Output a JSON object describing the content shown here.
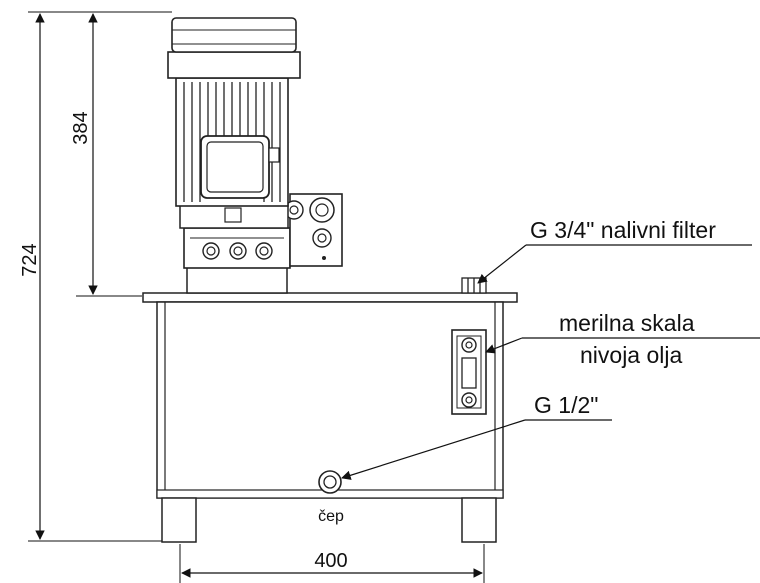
{
  "dimensions": {
    "total_height": "724",
    "motor_height": "384",
    "tank_width": "400"
  },
  "callouts": {
    "filler_filter": "G 3/4\" nalivni filter",
    "oil_level_gauge_line1": "merilna skala",
    "oil_level_gauge_line2": "nivoja olja",
    "drain_port": "G 1/2\"",
    "drain_plug": "čep"
  }
}
